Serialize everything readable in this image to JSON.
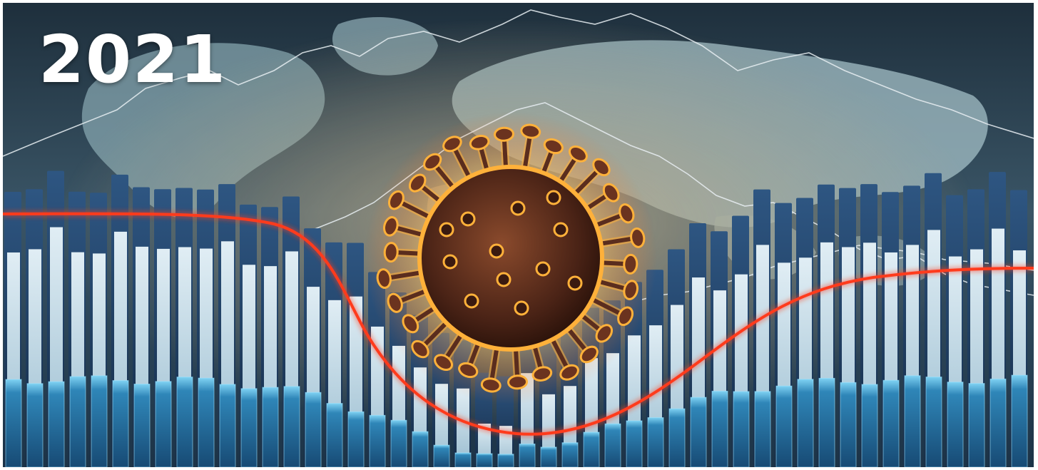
{
  "banner": {
    "year": "2021"
  },
  "palette": {
    "background": "#2a3f4f",
    "map_land": "#a9c6cc",
    "bar_front": "#cfe6ef",
    "bar_back": "#1f3f68",
    "bar_bottom": "#2f86b8",
    "curve": "#ff3a1f",
    "virus_core": "#5a2d1e",
    "virus_glow": "#ffb13a"
  },
  "icons": {
    "virus": "coronavirus-icon",
    "map": "world-map",
    "chart": "bar-chart"
  }
}
